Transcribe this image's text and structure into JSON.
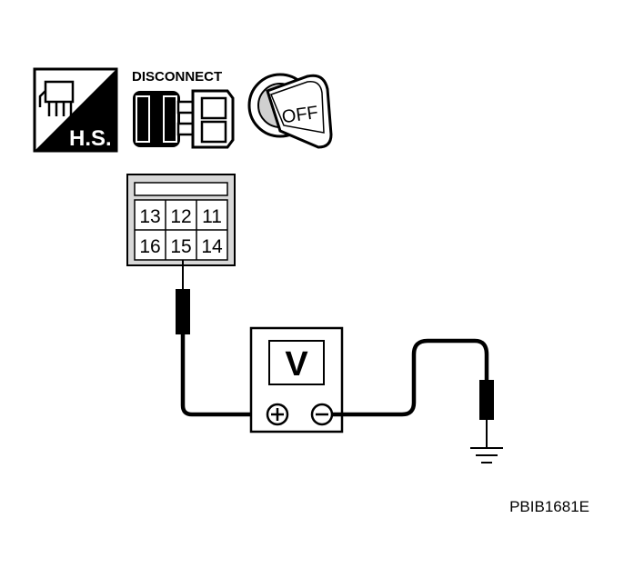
{
  "icons": {
    "harness_label": "H.S.",
    "disconnect_label": "DISCONNECT",
    "key_label": "OFF"
  },
  "connector": {
    "pins_top": [
      "13",
      "12",
      "11"
    ],
    "pins_bottom": [
      "16",
      "15",
      "14"
    ]
  },
  "meter": {
    "display": "V",
    "positive_symbol": "+",
    "negative_symbol": "−"
  },
  "figure_id": "PBIB1681E",
  "colors": {
    "ink": "#000000",
    "paper": "#ffffff",
    "connector_fill": "#d8d8d8"
  }
}
